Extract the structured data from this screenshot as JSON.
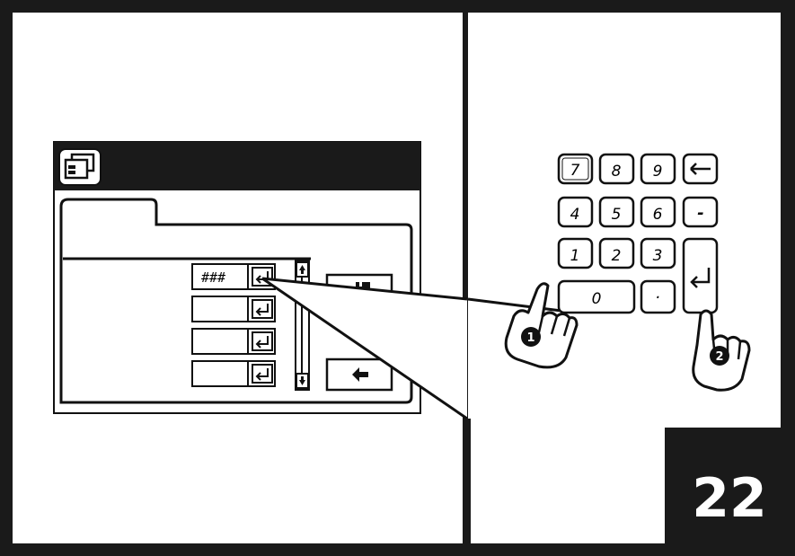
{
  "step": {
    "number": "22",
    "background": "#1a1a1a",
    "text_color": "#ffffff"
  },
  "device": {
    "window_icon": "window-stack-icon",
    "field_value": "###",
    "enter_icon": "enter-arrow-icon",
    "scroll_up_icon": "arrow-up-icon",
    "scroll_down_icon": "arrow-down-icon",
    "save_icon": "floppy-disk-icon",
    "back_icon": "arrow-left-icon"
  },
  "keypad": {
    "rows": [
      [
        "7",
        "8",
        "9"
      ],
      [
        "4",
        "5",
        "6"
      ],
      [
        "1",
        "2",
        "3"
      ]
    ],
    "zero": "0",
    "dot": "·",
    "backspace_icon": "arrow-left-icon",
    "minus": "-",
    "enter_icon": "enter-arrow-icon"
  },
  "callouts": {
    "first": "1",
    "second": "2"
  },
  "colors": {
    "frame": "#1a1a1a",
    "paper": "#ffffff",
    "stroke": "#111111"
  }
}
